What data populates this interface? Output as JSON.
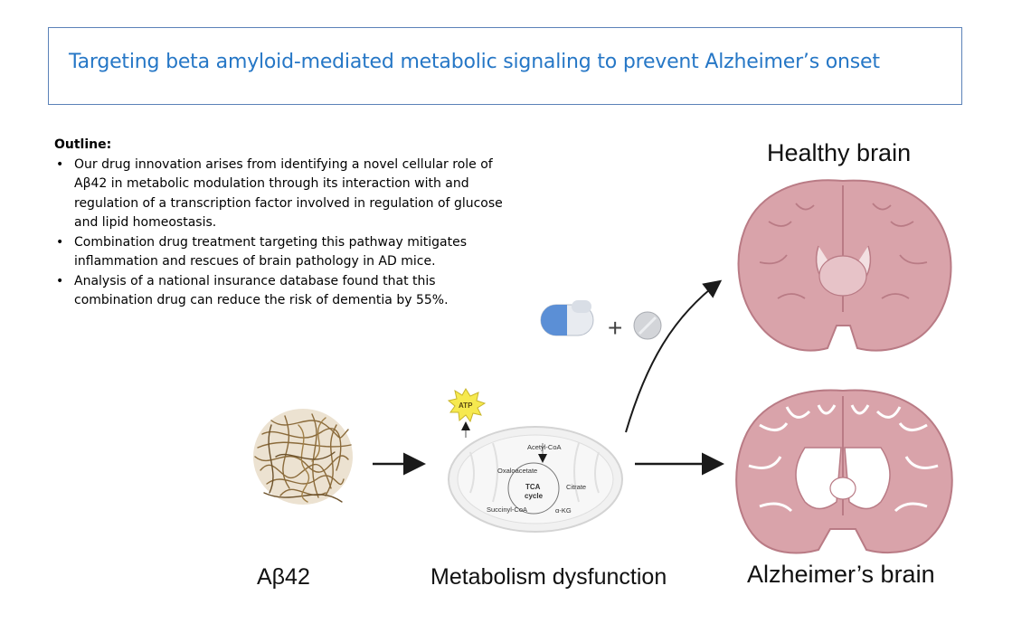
{
  "title": "Targeting beta amyloid-mediated metabolic signaling to prevent Alzheimer’s onset",
  "outline": {
    "heading": "Outline:",
    "bullets": [
      "Our drug innovation arises from identifying a novel cellular role of Aβ42 in metabolic modulation through its interaction with and regulation of a transcription factor involved in regulation of glucose and lipid homeostasis.",
      "Combination drug treatment targeting this pathway mitigates inflammation and rescues of brain pathology in AD mice.",
      "Analysis of a national insurance database found that this combination drug can reduce the risk of dementia by 55%."
    ]
  },
  "labels": {
    "healthy": "Healthy brain",
    "alzheimers": "Alzheimer’s brain",
    "abeta": "Aβ42",
    "metabolism": "Metabolism dysfunction",
    "plus": "+"
  },
  "mito": {
    "atp": "ATP",
    "acetyl": "Acetyl-CoA",
    "oxalo": "Oxaloacetate",
    "citrate": "Citrate",
    "tca1": "TCA",
    "tca2": "cycle",
    "succinyl": "Succinyl-CoA",
    "akg": "α-KG"
  },
  "colors": {
    "title": "#2677c6",
    "border": "#5b82b8",
    "brain_fill": "#d9a3aa",
    "brain_edge": "#b97b85",
    "fibril": "#8a6a3a",
    "capsule_blue": "#5b8fd6"
  },
  "icons": [
    "pill-capsule-icon",
    "pill-tablet-icon",
    "atp-burst-icon",
    "arrow-icon"
  ]
}
